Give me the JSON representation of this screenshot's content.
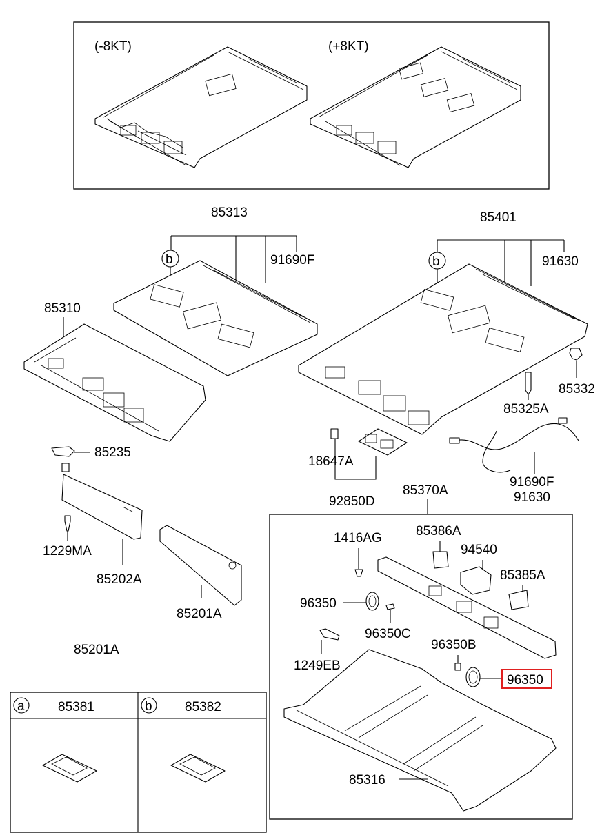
{
  "variants": {
    "minus": "(-8KT)",
    "plus": "(+8KT)"
  },
  "callouts": {
    "a": "a",
    "b": "b"
  },
  "labels": {
    "p85313": "85313",
    "p91690F_top": "91690F",
    "p85310": "85310",
    "p85401": "85401",
    "p91630_top": "91630",
    "p85332": "85332",
    "p85325A": "85325A",
    "p85235": "85235",
    "p18647A": "18647A",
    "p92850D": "92850D",
    "p91690F_bot": "91690F",
    "p91630_bot": "91630",
    "p1229MA": "1229MA",
    "p85202A": "85202A",
    "p85201A_visor": "85201A",
    "p85201A_note": "85201A",
    "p85370A": "85370A",
    "p1416AG": "1416AG",
    "p85386A": "85386A",
    "p94540": "94540",
    "p85385A": "85385A",
    "p96350_left": "96350",
    "p96350C": "96350C",
    "p96350B": "96350B",
    "p1249EB": "1249EB",
    "p96350_highlight": "96350",
    "p85316": "85316"
  },
  "legend": {
    "a_part": "85381",
    "b_part": "85382"
  },
  "highlight_color": "#e02020"
}
